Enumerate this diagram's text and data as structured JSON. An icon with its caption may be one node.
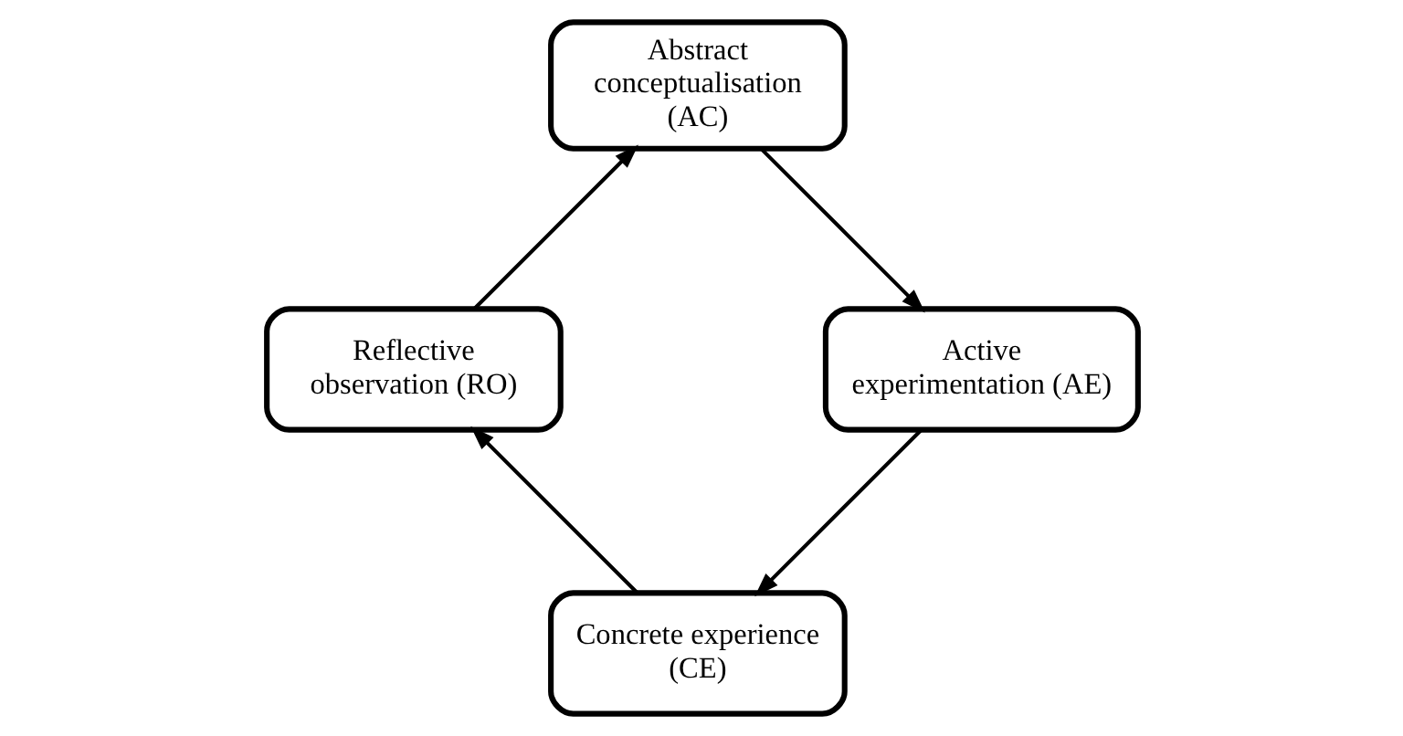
{
  "diagram": {
    "nodes": [
      {
        "text": [
          "Concrete experience (CE)"
        ]
      },
      {
        "text": [
          "Active experimentation (AE)"
        ]
      },
      {
        "text": [
          "Reflective observation (RO)"
        ]
      },
      {
        "text": [
          "Abstract conceptualisation (AC)"
        ]
      }
    ],
    "edges": [
      {
        "from": 0,
        "to": 2,
        "arrow": "to"
      },
      {
        "from": 2,
        "to": 3,
        "arrow": "to"
      },
      {
        "from": 3,
        "to": 1,
        "arrow": "to"
      },
      {
        "from": 1,
        "to": 0,
        "arrow": "to"
      }
    ]
  }
}
